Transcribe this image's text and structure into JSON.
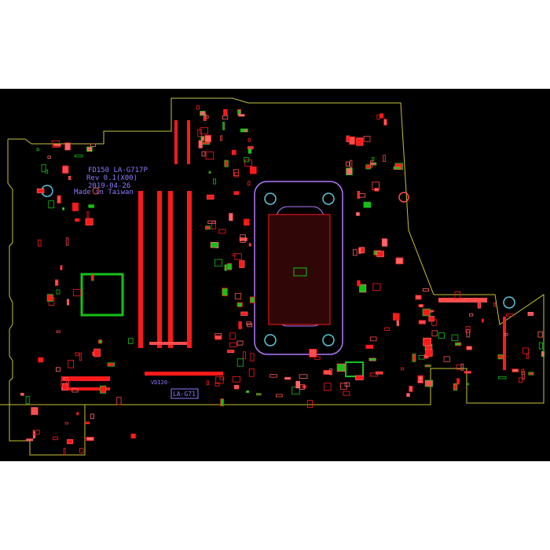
{
  "board": {
    "header_lines": [
      "FD150 LA-G717P",
      "Rev 0.1(X00)",
      "2019-04-26",
      "Made in Taiwan"
    ],
    "connector_label": "VDI20-",
    "board_label": "LA-G71"
  },
  "colors": {
    "background": "#000000",
    "outline": "#c8c23a",
    "pad": "#ff1a1a",
    "component": "#ff4d4d",
    "green": "#16c116",
    "silkscreen": "#8a7cff",
    "cpu_outline": "#b478ff",
    "hole": "#5bc6d8",
    "page_margin": "#ffffff"
  },
  "icons": {
    "mounting_hole": "circle-icon"
  }
}
